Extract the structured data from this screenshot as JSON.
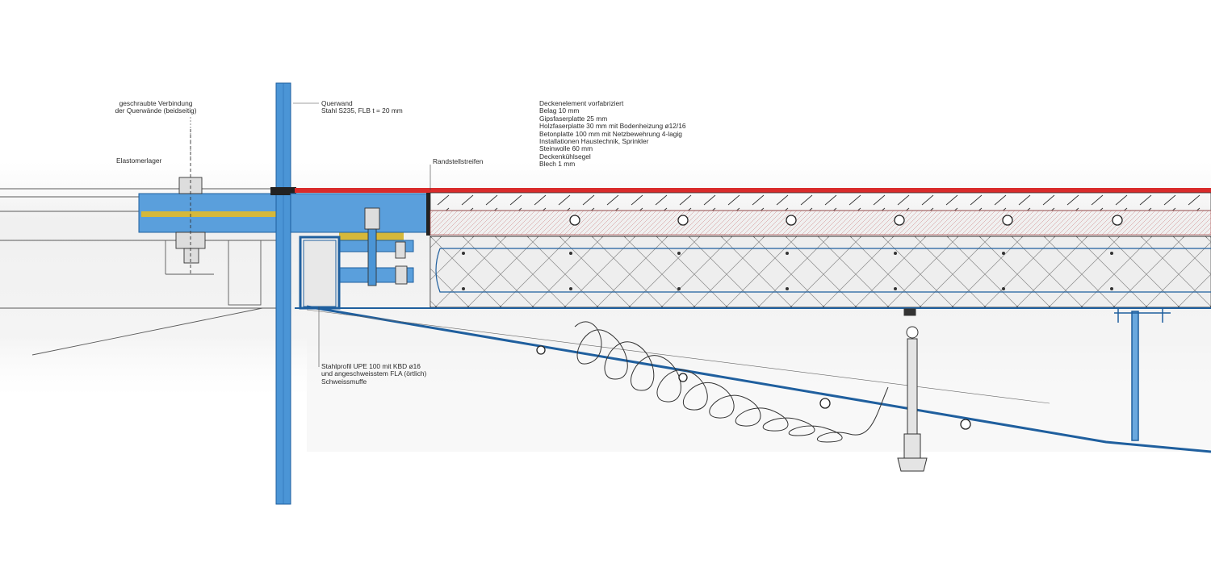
{
  "labels": {
    "verbindung": [
      "geschraubte Verbindung",
      "der Querwände (beidseitig)"
    ],
    "elastomerlager": [
      "Elastomerlager"
    ],
    "querwand": [
      "Querwand",
      "Stahl S235, FLB t = 20 mm"
    ],
    "randstellstreifen": [
      "Randstellstreifen"
    ],
    "deckenelement": [
      "Deckenelement vorfabriziert",
      "Belag 10 mm",
      "Gipsfaserplatte 25 mm",
      "Holzfaserplatte 30 mm mit Bodenheizung ø12/16",
      "Betonplatte 100 mm mit Netzbewehrung 4-lagig",
      "Installationen Haustechnik, Sprinkler",
      "Steinwolle 60 mm",
      "Deckenkühlsegel",
      "Blech 1 mm"
    ],
    "stahlprofil": [
      "Stahlprofil UPE 100 mit KBD ø16",
      "und angeschweisstem FLA (örtlich)",
      "Schweissmuffe"
    ]
  },
  "colors": {
    "steel_blue": "#3d8fd6",
    "steel_blue_dark": "#1f5f9e",
    "belag_red": "#d92b2b",
    "elastomer_yellow": "#d6b83a",
    "pencil": "#4a4a4a",
    "hatch_red": "#c96a6a"
  }
}
